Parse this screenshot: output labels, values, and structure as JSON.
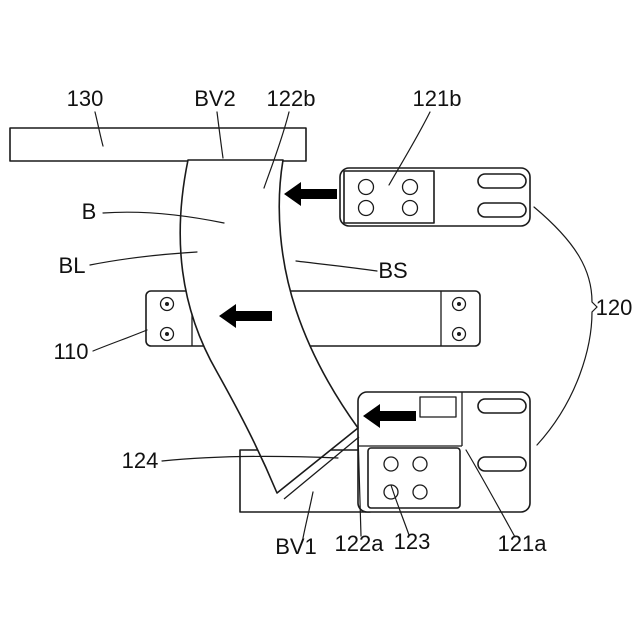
{
  "figure": {
    "background_color": "#ffffff",
    "line_color": "#1a1a1a",
    "arrow_color": "#000000",
    "labels": {
      "part_130": "130",
      "part_bv2": "BV2",
      "part_122b": "122b",
      "part_121b": "121b",
      "part_b": "B",
      "part_bl": "BL",
      "part_bs": "BS",
      "part_110": "110",
      "part_120": "120",
      "part_124": "124",
      "part_bv1": "BV1",
      "part_122a": "122a",
      "part_123": "123",
      "part_121a": "121a"
    },
    "arrows": [
      {
        "name": "belt-direction-arrow-top",
        "direction": "left"
      },
      {
        "name": "belt-direction-arrow-middle",
        "direction": "left"
      },
      {
        "name": "belt-direction-arrow-bottom",
        "direction": "left"
      }
    ]
  }
}
